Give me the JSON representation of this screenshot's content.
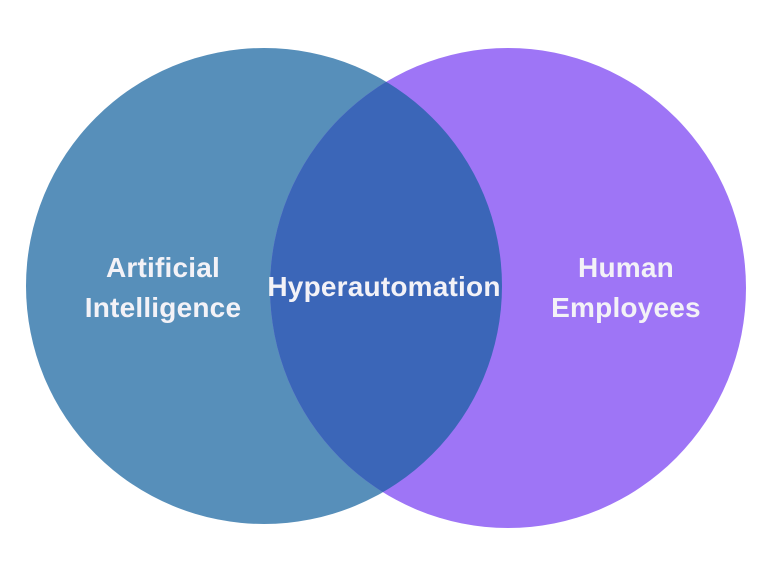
{
  "diagram": {
    "type": "venn",
    "background_color": "#ffffff",
    "text_color": "#f3f2f7",
    "sets": {
      "left": {
        "label_line1": "Artificial",
        "label_line2": "Intelligence",
        "color": "#578fba"
      },
      "right": {
        "label_line1": "Human",
        "label_line2": "Employees",
        "color": "#9e75f6"
      },
      "overlap": {
        "label": "Hyperautomation",
        "color": "#3b66b8"
      }
    }
  }
}
